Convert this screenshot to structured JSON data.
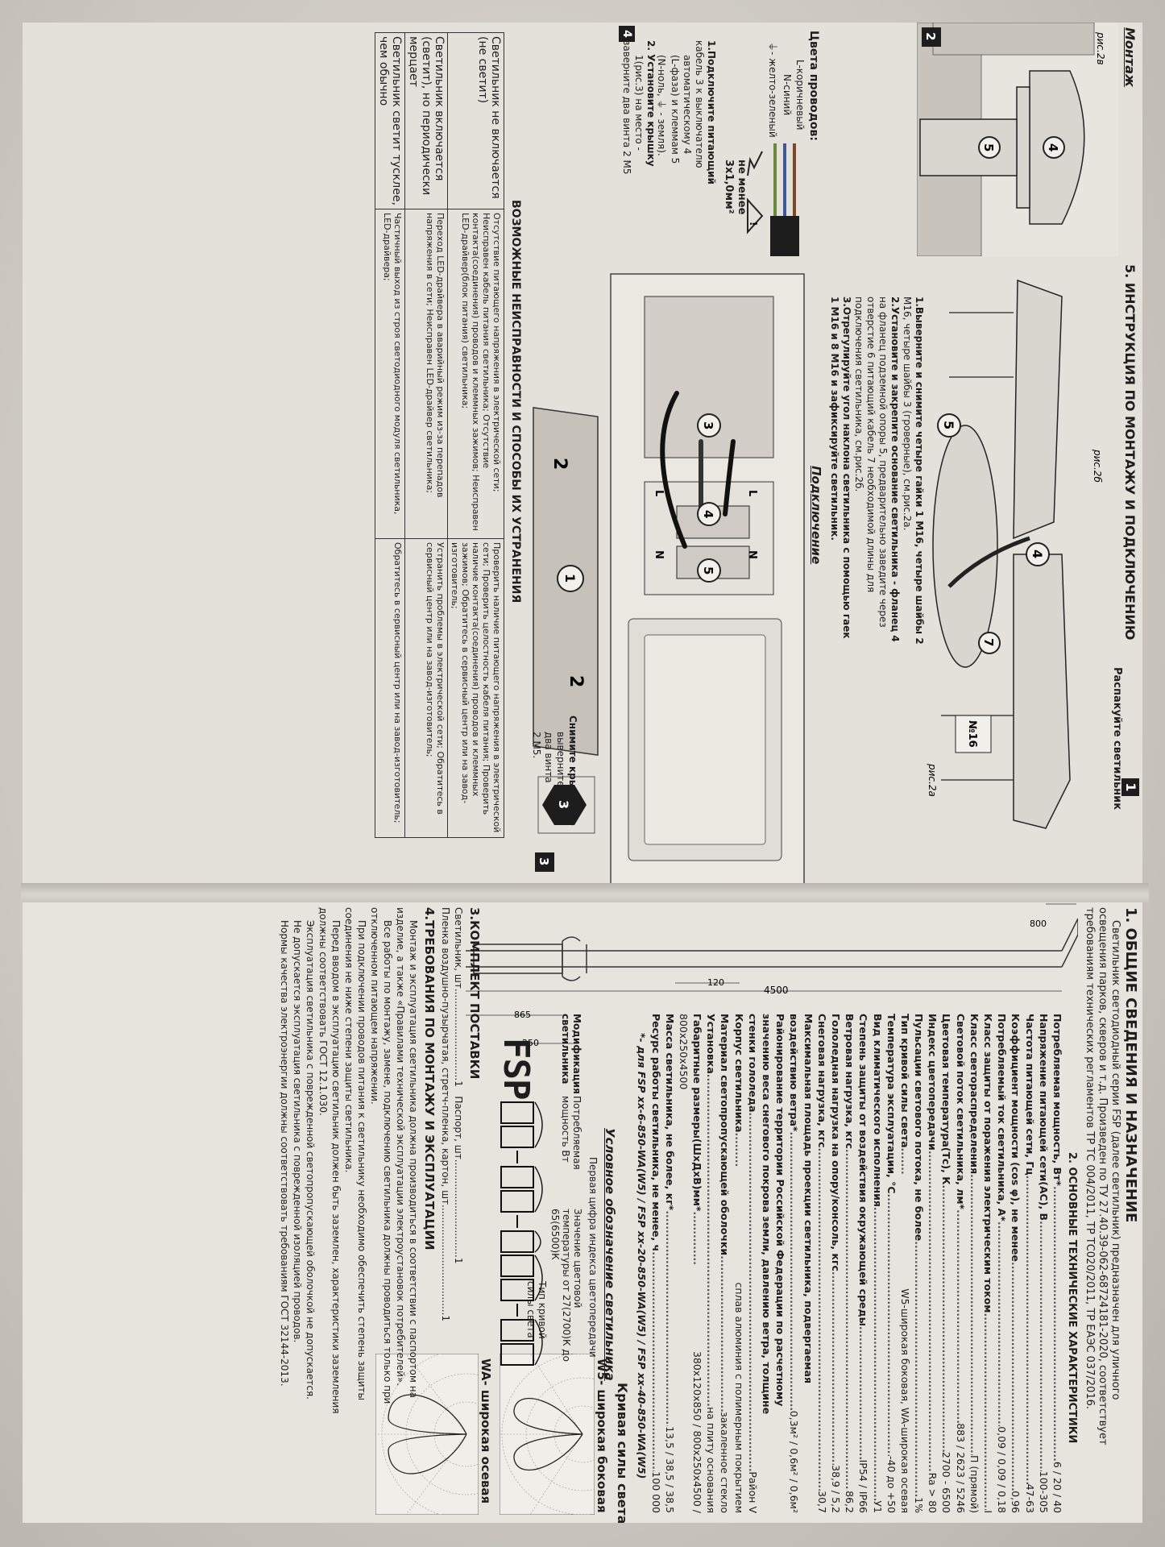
{
  "left": {
    "s1_title": "1. ОБЩИЕ СВЕДЕНИЯ И НАЗНАЧЕНИЕ",
    "s1_text": [
      "Светильник светодиодный серии FSP (далее светильник) предназначен для уличного",
      "освещения парков, скверов и т.д. Произведен по ТУ 27.40.39-062-68724181-2020, соответствует",
      "требованиям технических регламентов ТР ТС 004/2011, ТР ТС020/2011, ТР ЕАЭС 037/2016."
    ],
    "dims": {
      "length": "4500",
      "height": "800",
      "arm": "120",
      "base": "250",
      "pole": "865"
    },
    "s2_title": "2. ОСНОВНЫЕ ТЕХНИЧЕСКИЕ ХАРАКТЕРИСТИКИ",
    "specs": [
      {
        "k": "Потребляемая мощность, Вт*",
        "v": "6 / 20 / 40"
      },
      {
        "k": "Напряжение питающей сети(АС), В",
        "v": "100-305"
      },
      {
        "k": "Частота питающей сети, Гц",
        "v": "47-63"
      },
      {
        "k": "Коэффициент мощности (cos φ), не менее",
        "v": "0,96"
      },
      {
        "k": "Потребляемый ток светильника, А*",
        "v": "0,09 / 0,09 / 0,18"
      },
      {
        "k": "Класс защиты от поражения электрическим током",
        "v": "I"
      },
      {
        "k": "Класс светораспределения",
        "v": "П (прямой)"
      },
      {
        "k": "Световой поток светильника, лм*",
        "v": "883 / 2623 / 5246"
      },
      {
        "k": "Цветовая температура(Тс), К",
        "v": "2700 - 6500"
      },
      {
        "k": "Индекс цветопередачи",
        "v": "Ra > 80"
      },
      {
        "k": "Пульсации светового потока, не более",
        "v": "1%"
      },
      {
        "k": "Тип кривой силы света",
        "v": "W5-широкая боковая, WA-широкая осевая"
      },
      {
        "k": "Температура эксплуатации, °С",
        "v": "-40 до +50"
      },
      {
        "k": "Вид климатического исполнения",
        "v": "У1"
      },
      {
        "k": "Степень защиты от воздействия окружающей среды",
        "v": "IP54 / IP66"
      },
      {
        "k": "Ветровая нагрузка, кгс",
        "v": "86,2"
      },
      {
        "k": "Гололедная нагрузка на опору/консоль, кгс",
        "v": "38,9 / 5,2"
      },
      {
        "k": "Снеговая нагрузка, кгс",
        "v": "30,7"
      },
      {
        "k": "Максимальная площадь проекции светильника, подвергаемая",
        "v": ""
      },
      {
        "k": "воздействию ветра*",
        "v": "0,3м² / 0,6м² / 0,6м²"
      },
      {
        "k": "Районирование территории Российской Федерации по расчетному",
        "v": ""
      },
      {
        "k": "значению веса снегового покрова земли, давлению ветра, толщине",
        "v": ""
      },
      {
        "k": "стенки гололеда",
        "v": "Район V"
      },
      {
        "k": "Корпус светильника",
        "v": "сплав алюминия с полимерным покрытием"
      },
      {
        "k": "Материал светопропускающей оболочки",
        "v": "закаленное стекло"
      },
      {
        "k": "Установка",
        "v": "на плиту основания"
      },
      {
        "k": "Габаритные размеры(ШхДхВ)мм*",
        "v": "380х120х850 / 800х250х4500 /"
      },
      {
        "k": "800х250х4500",
        "v": ""
      },
      {
        "k": "Масса светильника, не более, кг*",
        "v": "13,5 / 38,5 / 38,5"
      },
      {
        "k": "Ресурс работы светильника, не менее, ч",
        "v": "100 000"
      },
      {
        "k": "*- для FSP xx-6-850-WA(W5) / FSP xx-20-850-WA(W5) / FSP xx-40-850-WA(W5)",
        "v": ""
      }
    ],
    "curve_title": "Кривая силы света",
    "curve_w5": "W5- широкая боковая",
    "curve_wa": "WA- широкая осевая",
    "code_title": "Условное обозначение светильника",
    "code_labels": {
      "mod": "Модификация светильника",
      "power": "Потребляемая мощность Вт",
      "cri": "Первая цифра индекса цветопередачи",
      "cct": "Значение цветовой температуры от 27(2700)К до 65(6500)К",
      "curve": "Тип кривой силы света"
    },
    "code_prefix": "FSP",
    "s3_title": "3.КОМПЛЕКТ ПОСТАВКИ",
    "s3_items": [
      {
        "k": "Светильник, шт.",
        "v": "1"
      },
      {
        "k": "Паспорт, шт.",
        "v": "1"
      },
      {
        "k": "Пленка воздушно-пузырчатая, стретч-пленка, картон, шт.",
        "v": "1"
      }
    ],
    "s4_title": "4.ТРЕБОВАНИЯ ПО МОНТАЖУ И ЭКСПЛУАТАЦИИ",
    "s4_text": [
      "Монтаж и эксплуатация светильника должна производиться в соответствии с паспортом на",
      "изделие, а также «Правилами технической эксплуатации электроустановок потребителей».",
      "Все работы по монтажу, замене, подключению светильника должны проводиться только при",
      "отключенном питающем напряжении.",
      "При подключении проводов питания к светильнику необходимо обеспечить степень защиты",
      "соединения не ниже степени защиты светильника.",
      "Перед вводом в эксплуатацию светильник должен быть заземлен, характеристики заземления",
      "должны соответствовать ГОСТ 12.1.030.",
      "Эксплуатация светильника с поврежденной светопропускающей оболочкой не допускается.",
      "Не допускается эксплуатация светильника с поврежденной изоляцией проводов.",
      "Нормы качества электроэнергии должны соответствовать требованиям ГОСТ 32144-2013."
    ]
  },
  "right": {
    "s5_title": "5. ИНСТРУКЦИЯ ПО МОНТАЖУ И ПОДКЛЮЧЕНИЮ",
    "montazh": "Монтаж",
    "step1_label": "Распакуйте светильник",
    "step_nums": [
      "1",
      "2",
      "3",
      "4"
    ],
    "fig2a": "рис.2а",
    "fig2b": "рис.2б",
    "fig2v": "рис.2в",
    "wrench": "№16",
    "install_text": [
      "1.Выверните и снимите четыре гайки 1 М16, четыре шайбы 2",
      "М16, четыре шайбы 3 (гроверные), см.рис.2а.",
      "2.Установите и закрепите основание светильника - фланец 4",
      "на фланец подземной опоры 5, предварительно заведите через",
      "отверстие 6 питающий кабель 7 необходимой длины для",
      "подключения светильника, см.рис.2б.",
      "3.Отрегулируйте угол наклона светильника с помощью гаек",
      "1 М16 и 8 М16 и зафиксируйте светильник."
    ],
    "podkl_title": "Подключение",
    "wire_title": "Цвета проводов:",
    "wire_colors": [
      "L-коричневый",
      "N-синий",
      "- желто-зеленый"
    ],
    "cable_spec": [
      "не менее",
      "3х1,0мм²"
    ],
    "connect_text": [
      "1.Подключите питающий",
      "кабель 3 к выключателю",
      "автоматическому 4",
      "(L-фаза) и клеммам 5",
      "(N-ноль, ⏚ - земля).",
      "2. Установите крышку",
      "1(рис.3) на место -",
      "заверните два винта 2 М5"
    ],
    "cover_text": [
      "Снимите крышку 1-",
      "выверните",
      "два винта",
      "2 М5."
    ],
    "term_L": "L",
    "term_N": "N",
    "faults_title": "ВОЗМОЖНЫЕ НЕИСПРАВНОСТИ И СПОСОБЫ ИХ УСТРАНЕНИЯ",
    "faults": [
      {
        "problem": "Светильник не включается (не светит)",
        "cause": "Отсутствие питающего напряжения в электрической сети; Неисправен кабель питания светильника; Отсутствие контакта(соединения) проводов и клеммных зажимов; Неисправен LED-драйвер(блок питания) светильника;",
        "fix": "Проверить наличие питающего напряжения в электрической сети; Проверить целостность кабеля питания; Проверить наличие контакта(соединения) проводов и клеммных зажимов; Обратитесь в сервисный центр или на завод-изготовитель;"
      },
      {
        "problem": "Светильник включается (светит), но периодически мерцает",
        "cause": "Переход LED-драйвера в аварийный режим из-за перепадов напряжения в сети; Неисправен LED-драйвер светильника;",
        "fix": "Устранить проблемы в электрической сети; Обратитесь в сервисный центр или на завод-изготовитель;"
      },
      {
        "problem": "Светильник светит тусклее, чем обычно",
        "cause": "Частичный выход из строя светодиодного модуля светильника, LED-драйвера;",
        "fix": "Обратитесь в сервисный центр или на завод-изготовитель;"
      }
    ]
  }
}
